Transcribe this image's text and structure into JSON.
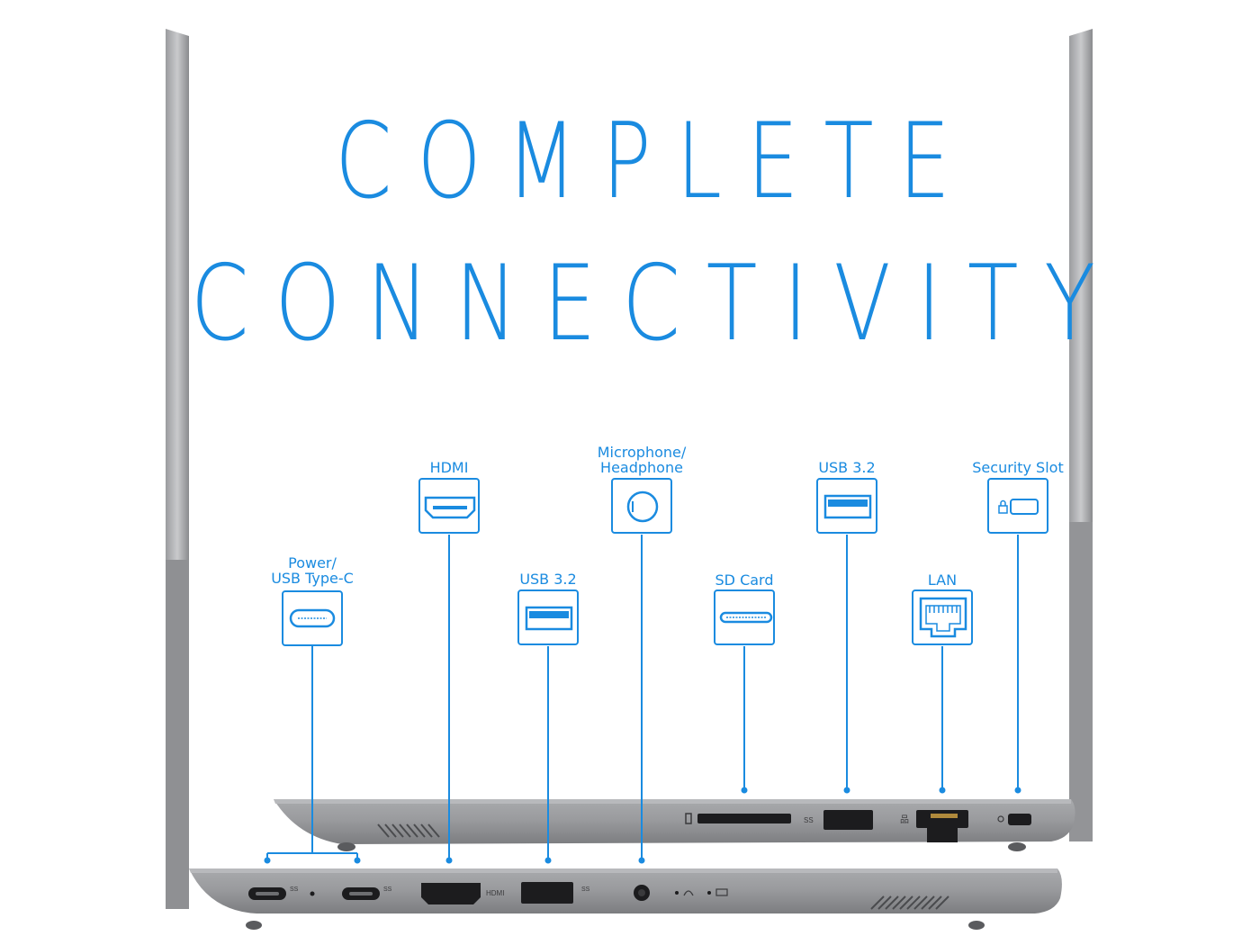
{
  "headline": {
    "line1": "COMPLETE",
    "line2": "CONNECTIVITY"
  },
  "ports": [
    {
      "id": "power-usb-c",
      "label": "Power/\nUSB Type-C",
      "icon": "usb-type-c-icon"
    },
    {
      "id": "hdmi",
      "label": "HDMI",
      "icon": "hdmi-icon"
    },
    {
      "id": "usb32-left",
      "label": "USB 3.2",
      "icon": "usb-a-icon"
    },
    {
      "id": "audio",
      "label": "Microphone/\nHeadphone",
      "icon": "audio-jack-icon"
    },
    {
      "id": "sd-card",
      "label": "SD Card",
      "icon": "sd-card-icon"
    },
    {
      "id": "usb32-right",
      "label": "USB 3.2",
      "icon": "usb-a-icon"
    },
    {
      "id": "lan",
      "label": "LAN",
      "icon": "ethernet-icon"
    },
    {
      "id": "security",
      "label": "Security Slot",
      "icon": "lock-slot-icon"
    }
  ],
  "device_markings": {
    "hdmi": "HDMI",
    "ss": "SS"
  },
  "colors": {
    "accent": "#1a8be0",
    "chassis": "#8e8f92",
    "chassis_dark": "#6d6e71",
    "port": "#1c1c1e"
  }
}
